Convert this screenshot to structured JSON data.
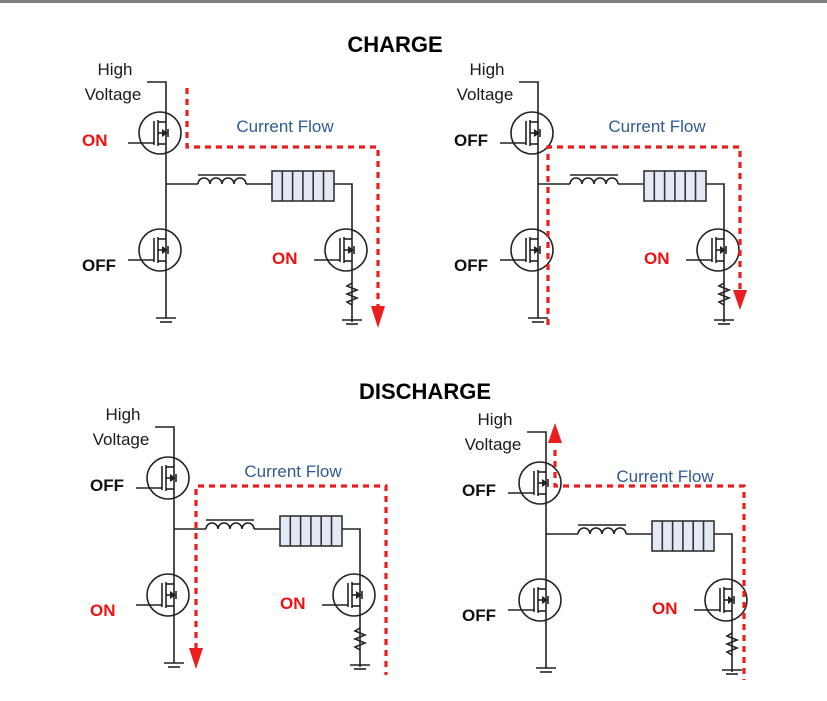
{
  "colors": {
    "on_state": "#ee1111",
    "off_state": "#111111",
    "current_flow_label": "#2e5b94",
    "current_path": "#ee1c1c",
    "capacitor_fill": "#e4eaf5"
  },
  "sections": [
    {
      "title": "CHARGE",
      "panels": [
        {
          "high_voltage_label_line1": "High",
          "high_voltage_label_line2": "Voltage",
          "high_side_switch": "ON",
          "low_side_switch": "OFF",
          "load_switch": "ON",
          "current_flow_label": "Current Flow",
          "flow_direction": "down"
        },
        {
          "high_voltage_label_line1": "High",
          "high_voltage_label_line2": "Voltage",
          "high_side_switch": "OFF",
          "low_side_switch": "OFF",
          "load_switch": "ON",
          "current_flow_label": "Current Flow",
          "flow_direction": "down"
        }
      ]
    },
    {
      "title": "DISCHARGE",
      "panels": [
        {
          "high_voltage_label_line1": "High",
          "high_voltage_label_line2": "Voltage",
          "high_side_switch": "OFF",
          "low_side_switch": "ON",
          "load_switch": "ON",
          "current_flow_label": "Current Flow",
          "flow_direction": "down"
        },
        {
          "high_voltage_label_line1": "High",
          "high_voltage_label_line2": "Voltage",
          "high_side_switch": "OFF",
          "low_side_switch": "OFF",
          "load_switch": "ON",
          "current_flow_label": "Current Flow",
          "flow_direction": "up"
        }
      ]
    }
  ]
}
